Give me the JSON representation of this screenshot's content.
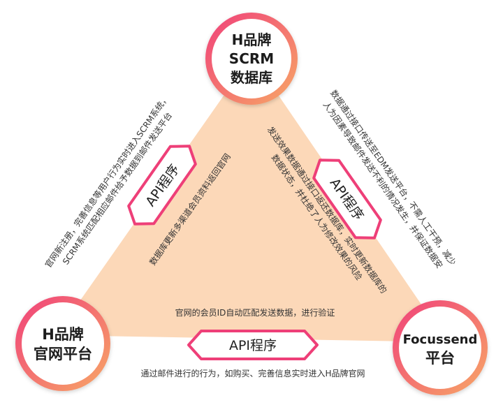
{
  "colors": {
    "triangle_fill": "#fcd8b8",
    "ring_start": "#f0407a",
    "ring_end": "#f7a866",
    "pill_stroke": "#ee3f78",
    "text": "#222222"
  },
  "nodes": {
    "top": {
      "line1": "H品牌",
      "line2": "SCRM",
      "line3": "数据库"
    },
    "left": {
      "line1": "H品牌",
      "line2": "官网平台"
    },
    "right": {
      "line1": "Focussend",
      "line2": "平台"
    }
  },
  "api": {
    "left": "API程序",
    "right": "API程序",
    "bottom": "API程序"
  },
  "notes": {
    "left_outer_1": "官网新注册，完善信息等用户行为实时进入SCRM系统，",
    "left_outer_2": "SCRM系统匹配相应邮件给予数据到邮件发送平台",
    "left_inner": "数据库更新多渠道会员资料返回官网",
    "right_outer_1": "数据通过接口传送至EDM发送平台，不需人工干预，减少",
    "right_outer_2": "人为因素导致邮件发送不利的情况发生，并保证数据安",
    "right_inner_1": "发送效果数据通过接口返还数据库，实时更新数据库的",
    "right_inner_2": "数据状态，并杜绝了人为修改效果的风险",
    "bottom_inner": "官网的会员ID自动匹配发送数据，进行验证",
    "bottom_outer": "通过邮件进行的行为，如购买、完善信息实时进入H品牌官网"
  }
}
